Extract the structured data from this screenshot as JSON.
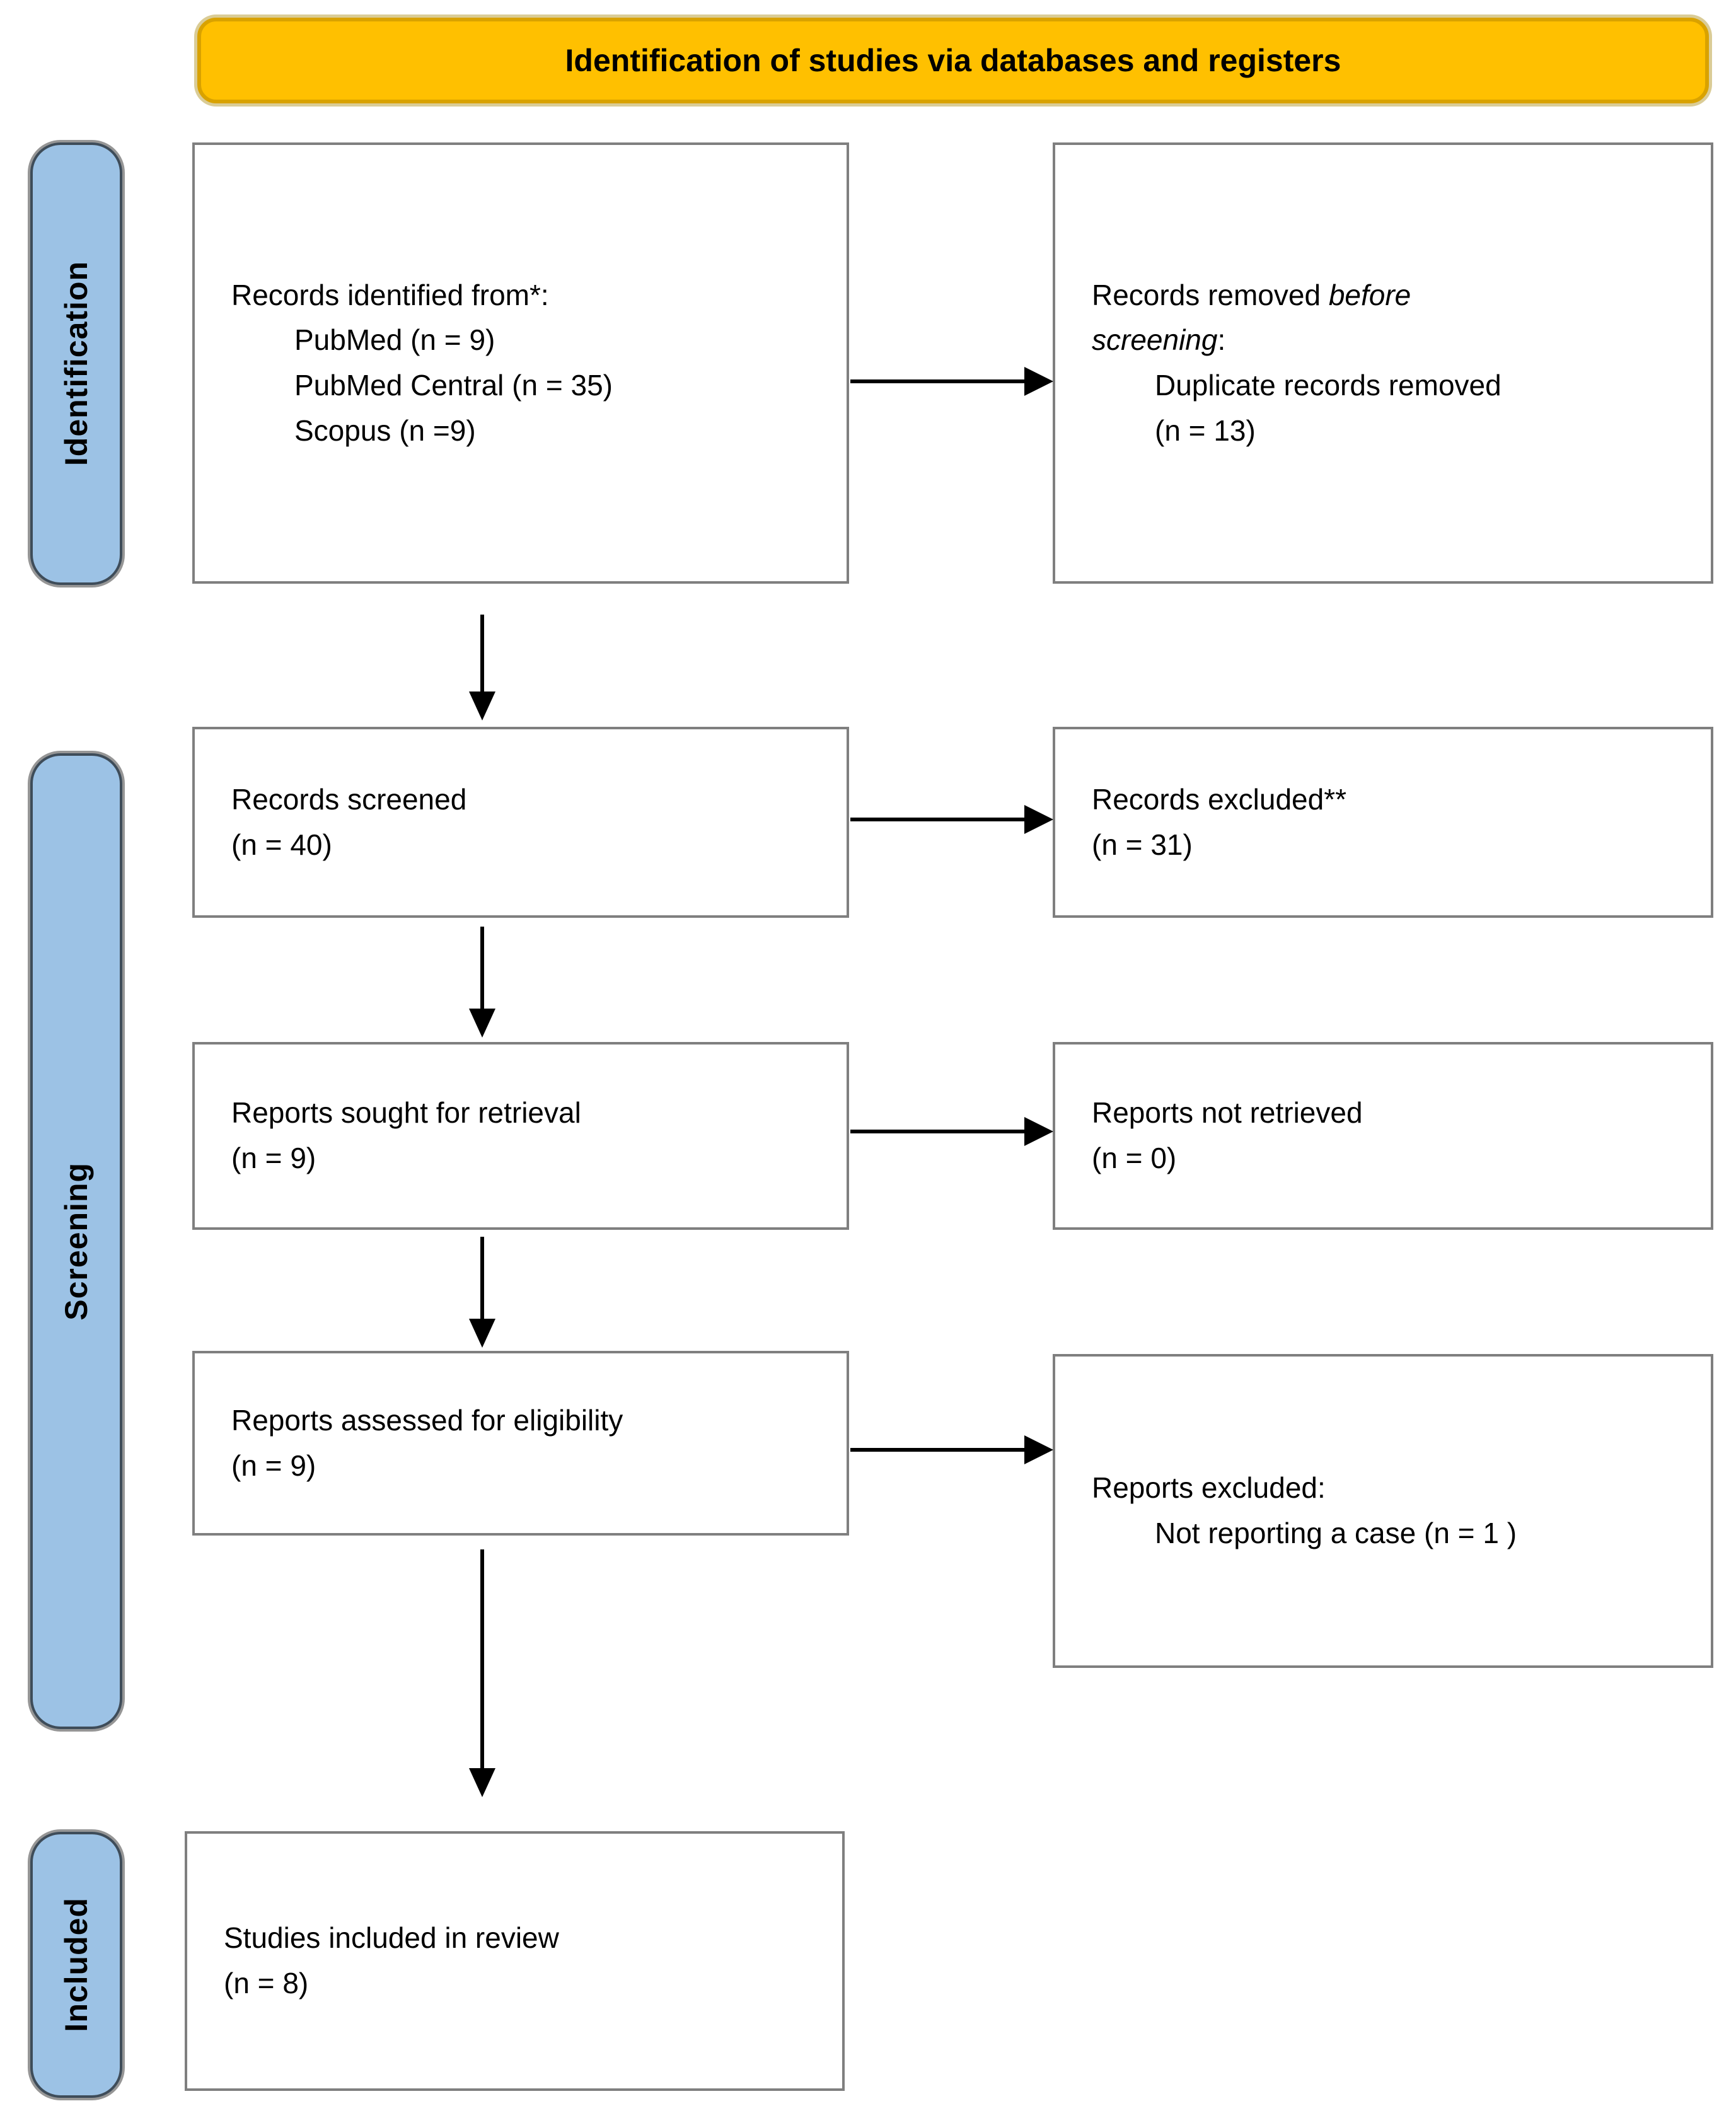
{
  "colors": {
    "banner_fill": "#FFC000",
    "banner_border": "#D9A200",
    "bar_fill": "#9CC2E5",
    "bar_border": "#3E4C59",
    "box_border": "#7F7F7F",
    "ink": "#000000"
  },
  "banner": {
    "title": "Identification of studies via databases and registers"
  },
  "sidebar": {
    "identification": "Identification",
    "screening": "Screening",
    "included": "Included"
  },
  "flow": {
    "records_identified": {
      "title": "Records identified from*:",
      "sources": [
        "PubMed (n = 9)",
        "PubMed Central (n = 35)",
        "Scopus (n =9)"
      ]
    },
    "records_removed": {
      "line1_normal": "Records removed ",
      "line1_italic": "before",
      "line2_italic": "screening",
      "line2_normal": ":",
      "detail": "Duplicate records removed",
      "count": "(n = 13)"
    },
    "records_screened": {
      "title": "Records screened",
      "count": "(n = 40)"
    },
    "records_excluded": {
      "title": "Records excluded**",
      "count": "(n = 31)"
    },
    "reports_sought": {
      "title": "Reports sought for retrieval",
      "count": "(n = 9)"
    },
    "reports_not_retrieved": {
      "title": "Reports not retrieved",
      "count": "(n = 0)"
    },
    "reports_assessed": {
      "title": "Reports assessed for eligibility",
      "count": "(n = 9)"
    },
    "reports_excluded": {
      "title": "Reports excluded:",
      "detail": "Not reporting a case (n = 1 )"
    },
    "studies_included": {
      "title": "Studies included in review",
      "count": "(n = 8)"
    }
  }
}
